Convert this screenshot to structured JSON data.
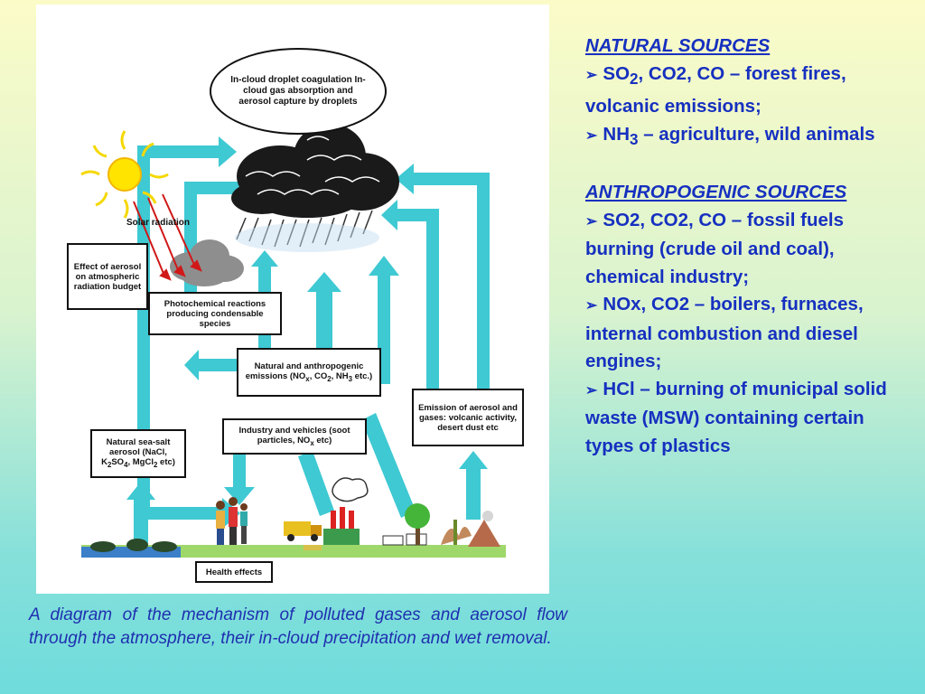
{
  "figure": {
    "cloud_process_label": "In-cloud droplet coagulation In-cloud gas absorption and aerosol capture by droplets",
    "solar_label": "Solar radiation",
    "radiation_budget_label": "Effect of aerosol on atmospheric radiation budget",
    "photochemical_label": "Photochemical reactions producing condensable species",
    "natural_anthropogenic_label_parts": [
      "Natural and anthropogenic emissions (NO",
      "x",
      ", CO",
      "2",
      ", NH",
      "3",
      " etc.)"
    ],
    "volcanic_label": "Emission of aerosol and gases: volcanic activity, desert dust etc",
    "industry_label_parts": [
      "Industry and vehicles (soot particles, NO",
      "x",
      " etc)"
    ],
    "seasalt_label_parts": [
      "Natural sea-salt aerosol (NaCl, K",
      "2",
      "SO",
      "4",
      ", MgCl",
      "2",
      " etc)"
    ],
    "health_label": "Health effects"
  },
  "caption": "A diagram of the mechanism of polluted gases and aerosol flow through the atmosphere, their in-cloud precipitation and wet removal.",
  "natural": {
    "heading": "NATURAL SOURCES",
    "item1_parts": [
      "SO",
      "2",
      ", CO2, CO – forest fires, volcanic emissions;"
    ],
    "item2_parts": [
      "NH",
      "3",
      " – agriculture, wild animals"
    ]
  },
  "anthropogenic": {
    "heading": "ANTHROPOGENIC SOURCES",
    "items": [
      "SO2, CO2, CO – fossil fuels burning (crude oil and coal), chemical industry;",
      "NOx, CO2 – boilers, furnaces, internal combustion and diesel engines;",
      "HCl – burning of municipal solid waste (MSW) containing certain types of plastics"
    ]
  },
  "bullet_glyph": "➢",
  "colors": {
    "arrow": "#3ec9d3",
    "text_blue": "#1630c0",
    "radiation": "#d01818"
  }
}
